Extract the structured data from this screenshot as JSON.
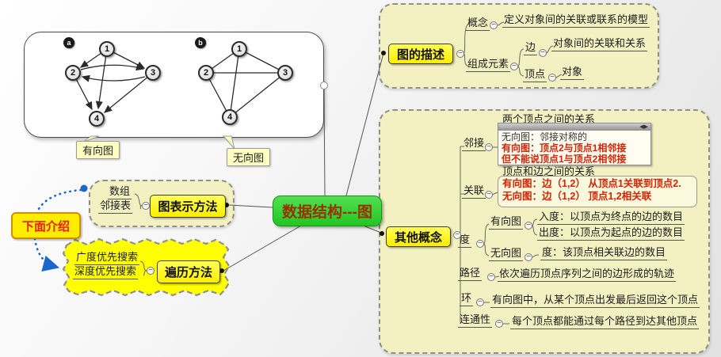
{
  "icons": {
    "minus": "−",
    "note_dots": "····",
    "note_nav": "◀▶"
  },
  "root": {
    "label": "数据结构---图"
  },
  "figure": {
    "badge_a": "a",
    "badge_b": "b",
    "directed_caption": "有向图",
    "undirected_caption": "无向图",
    "graph_a_nodes": [
      "1",
      "2",
      "3",
      "4"
    ],
    "graph_b_nodes": [
      "1",
      "2",
      "3",
      "4"
    ]
  },
  "intro": {
    "label": "下面介绍"
  },
  "representation": {
    "label": "图表示方法",
    "items": [
      "数组",
      "邻接表"
    ]
  },
  "traversal": {
    "label": "遍历方法",
    "items": [
      "广度优先搜索",
      "深度优先搜索"
    ]
  },
  "description": {
    "label": "图的描述",
    "concept_label": "概念",
    "concept_text": "定义对象间的关联或联系的模型",
    "elements_label": "组成元素",
    "edge_label": "边",
    "edge_text": "对象间的关联和关系",
    "vertex_label": "顶点",
    "vertex_text": "对象"
  },
  "other": {
    "label": "其他概念",
    "adjacency_label": "邻接",
    "adjacency_title": "两个顶点之间的关系",
    "note_line1": "无向图：邻接对称的",
    "note_line2": "有向图：顶点2与顶点1相邻接",
    "note_line3": "但不能说顶点1与顶点2相邻接",
    "incidence_label": "关联",
    "incidence_title": "顶点和边之间的关系",
    "incidence_line1": "有向图：边（1,2） 从顶点1关联到顶点2.",
    "incidence_line2": "无向图：边（1,2） 顶点1,2相关联",
    "degree_label": "度",
    "degree_directed_label": "有向图",
    "degree_in": "入度：以顶点为终点的边的数目",
    "degree_out": "出度：以顶点为起点的边的数目",
    "degree_undirected_label": "无向图",
    "degree_undirected_text": "度：该顶点相关联边的数目",
    "path_label": "路径",
    "path_text": "依次遍历顶点序列之间的边形成的轨迹",
    "cycle_label": "环",
    "cycle_text": "有向图中，从某个顶点出发最后返回这个顶点",
    "connectivity_label": "连通性",
    "connectivity_text": "每个顶点都能通过每个路径到达其他顶点"
  },
  "colors": {
    "accent_green": "#33cc33",
    "highlight_red": "#d32300",
    "node_yellow": "#ffff00",
    "container_yellow": "#f3f0c2",
    "intro_border": "#cf9000",
    "blue_link": "#1b66cc"
  }
}
